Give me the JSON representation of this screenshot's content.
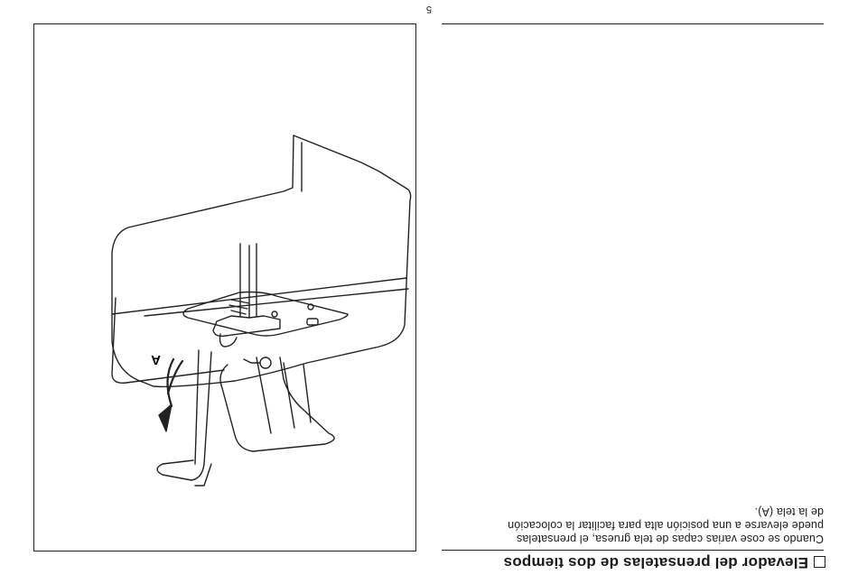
{
  "page": {
    "page_number": "5",
    "orientation": "upside-down"
  },
  "section": {
    "title": "Elevador del prensatelas de dos tiempos",
    "body_lines": [
      "Cuando se cose varias capas de tela gruesa, el prensatelas",
      "puede elevarse a una posición alta para facilitar la colocación",
      "de la tela (A)."
    ]
  },
  "figure": {
    "label": "A",
    "subject": "presser-foot-lifter-illustration"
  }
}
